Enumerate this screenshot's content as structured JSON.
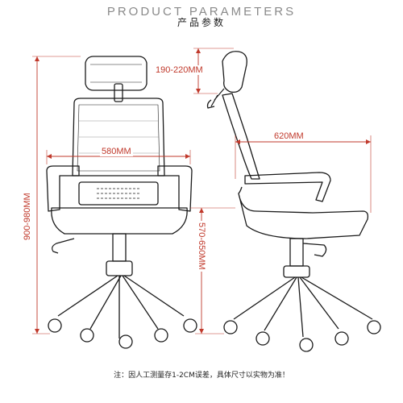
{
  "header": {
    "title_en": "PRODUCT PARAMETERS",
    "title_cn": "产品参数"
  },
  "dimensions": {
    "headrest_height": "190-220MM",
    "seat_width": "580MM",
    "overall_height": "900-980MM",
    "seat_height": "570-650MM",
    "depth": "620MM"
  },
  "footnote": "注：因人工测量存1-2CM误差，具体尺寸以实物为准！",
  "colors": {
    "dimension_line": "#c0392b",
    "outline": "#1a1a1a",
    "title_grey": "#8a8a8a"
  }
}
